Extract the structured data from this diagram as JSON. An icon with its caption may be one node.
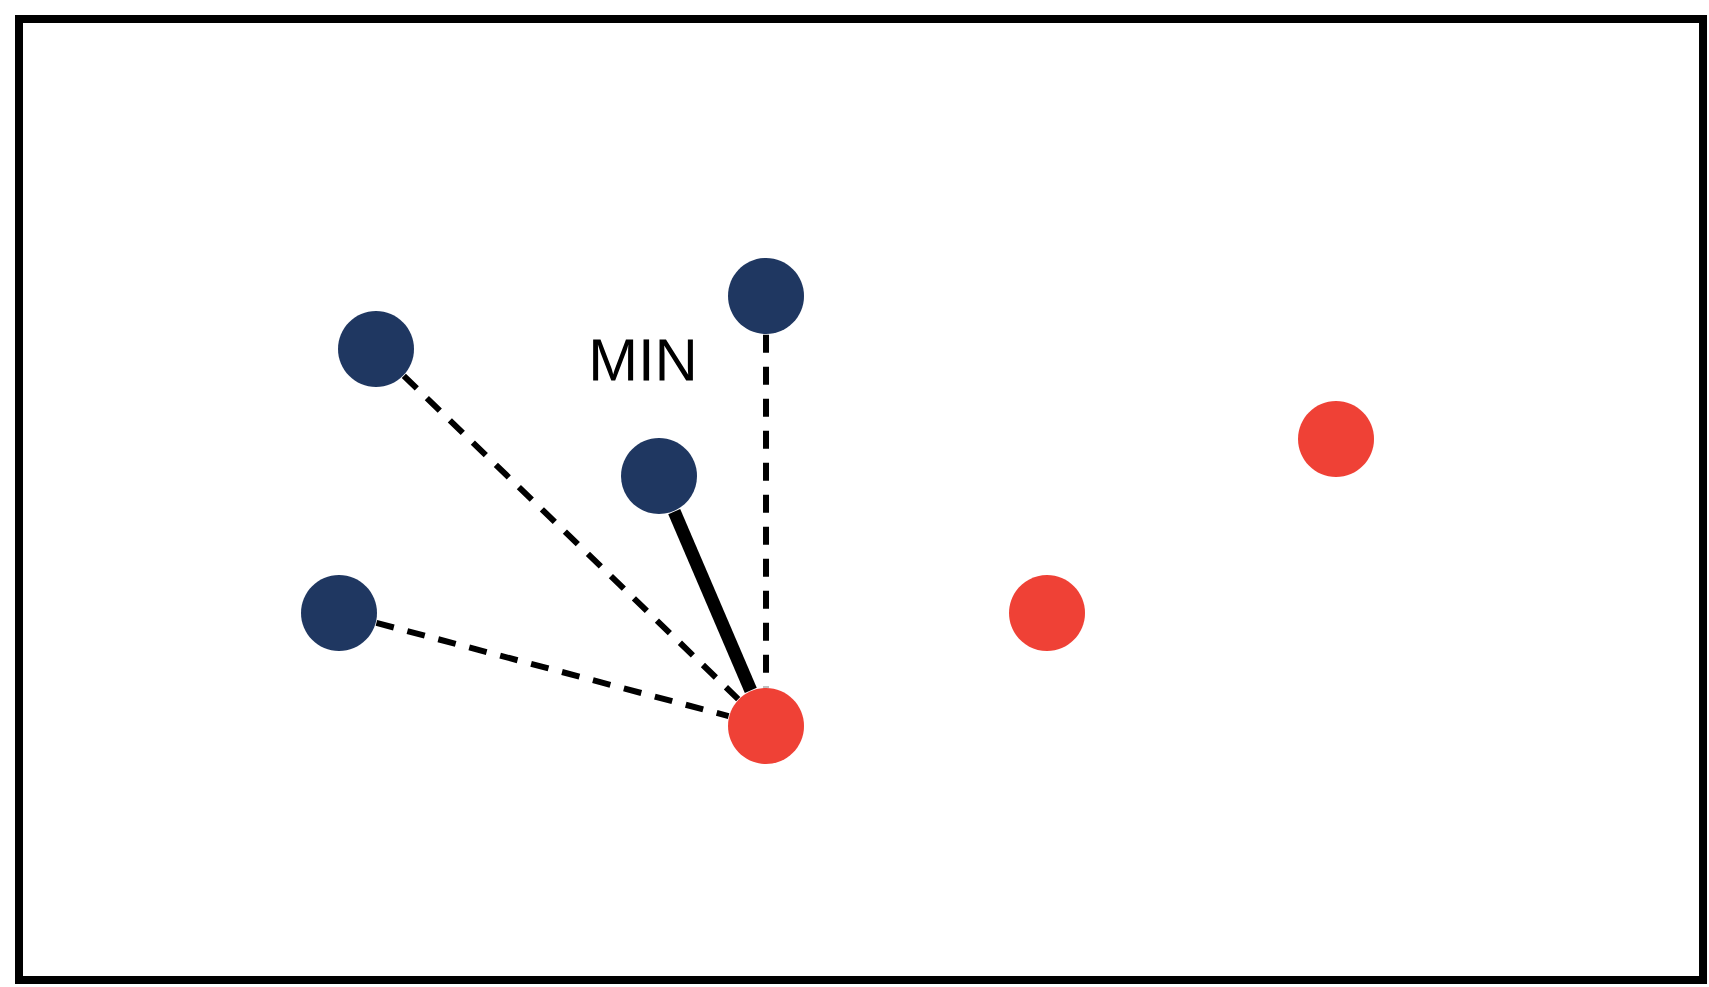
{
  "diagram": {
    "nodes": [
      {
        "text": [],
        "shape": "circle"
      },
      {
        "text": [],
        "shape": "circle"
      },
      {
        "text": [],
        "shape": "circle"
      },
      {
        "text": [],
        "shape": "circle"
      },
      {
        "text": [],
        "shape": "circle"
      },
      {
        "text": [],
        "shape": "circle"
      },
      {
        "text": [],
        "shape": "circle"
      }
    ],
    "edges": [
      {
        "from": 0,
        "to": 4,
        "arrow": "none",
        "style": "dashed"
      },
      {
        "from": 1,
        "to": 4,
        "arrow": "none",
        "style": "dashed"
      },
      {
        "from": 2,
        "to": 4,
        "arrow": "none",
        "style": "thick"
      },
      {
        "from": 3,
        "to": 4,
        "arrow": "none",
        "style": "dashed"
      }
    ],
    "labels": [
      "MIN"
    ]
  }
}
